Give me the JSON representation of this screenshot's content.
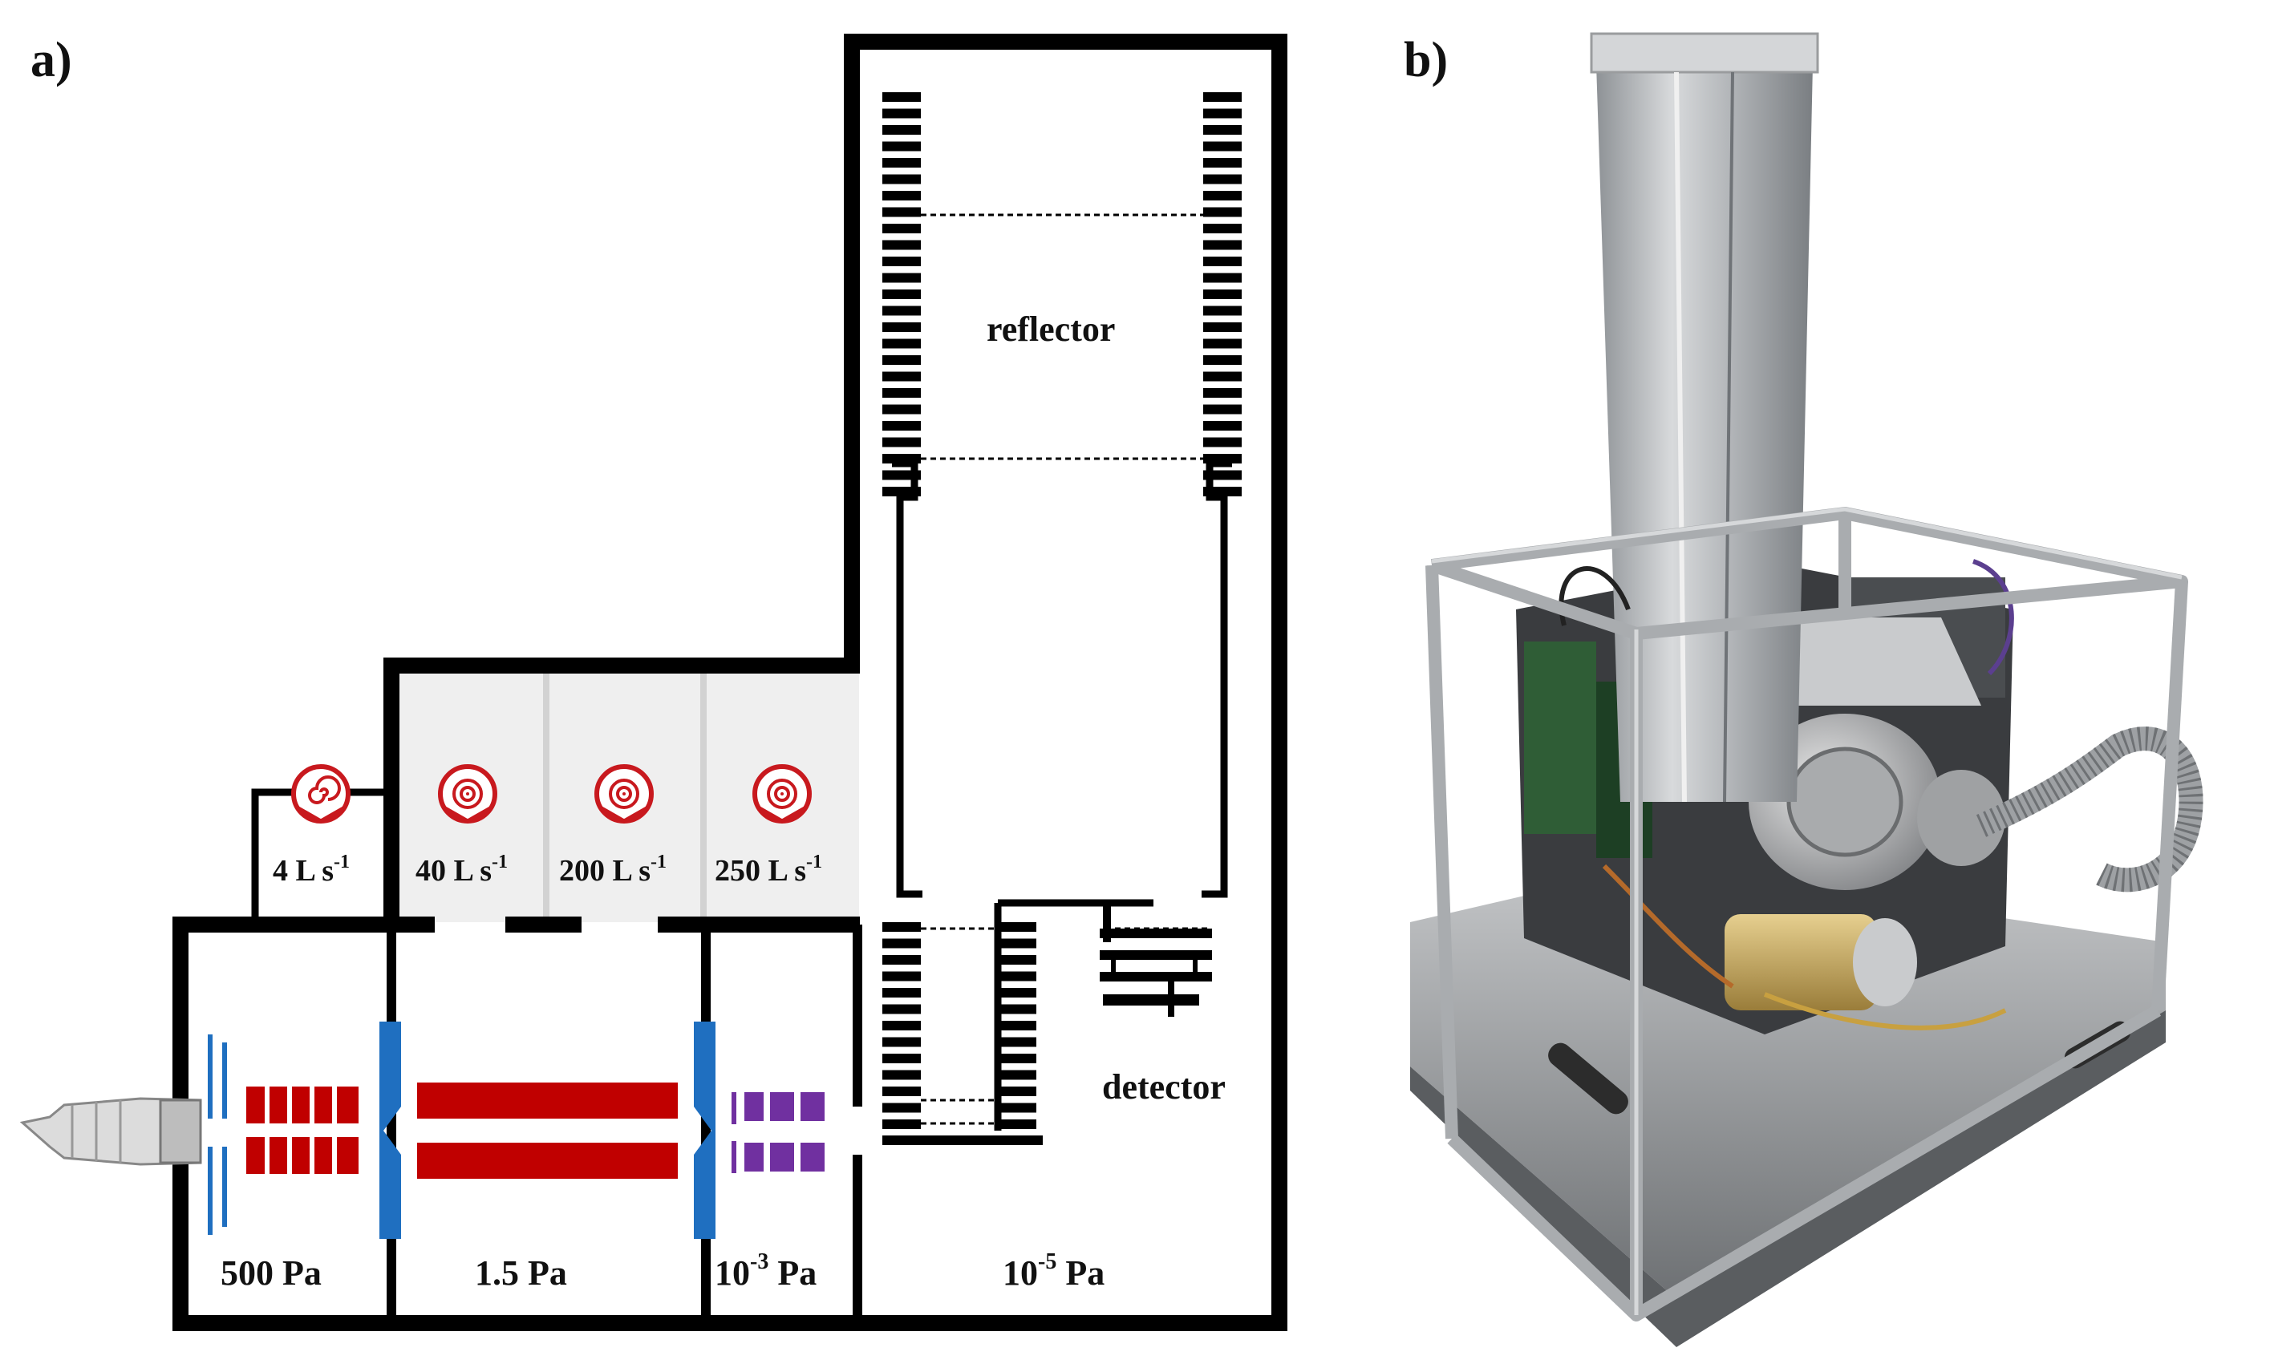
{
  "figure": {
    "panel_a_label": "a)",
    "panel_b_label": "b)"
  },
  "diagram": {
    "labels": {
      "reflector": "reflector",
      "detector": "detector"
    },
    "pumps": [
      {
        "speed": "4 L s",
        "exp": "-1"
      },
      {
        "speed": "40 L s",
        "exp": "-1"
      },
      {
        "speed": "200 L s",
        "exp": "-1"
      },
      {
        "speed": "250 L s",
        "exp": "-1"
      }
    ],
    "pressures": [
      {
        "base": "500 Pa",
        "exp": ""
      },
      {
        "base": "1.5 Pa",
        "exp": ""
      },
      {
        "base": "10",
        "exp": "-3",
        "unit": " Pa"
      },
      {
        "base": "10",
        "exp": "-5",
        "unit": " Pa"
      }
    ],
    "colors": {
      "wall": "#000000",
      "pump": "#c8191e",
      "quadrupole_red": "#c00000",
      "ion_guide_purple": "#7030a0",
      "skimmer_blue": "#1f6fc0",
      "pump_panel": "#efefef"
    }
  }
}
